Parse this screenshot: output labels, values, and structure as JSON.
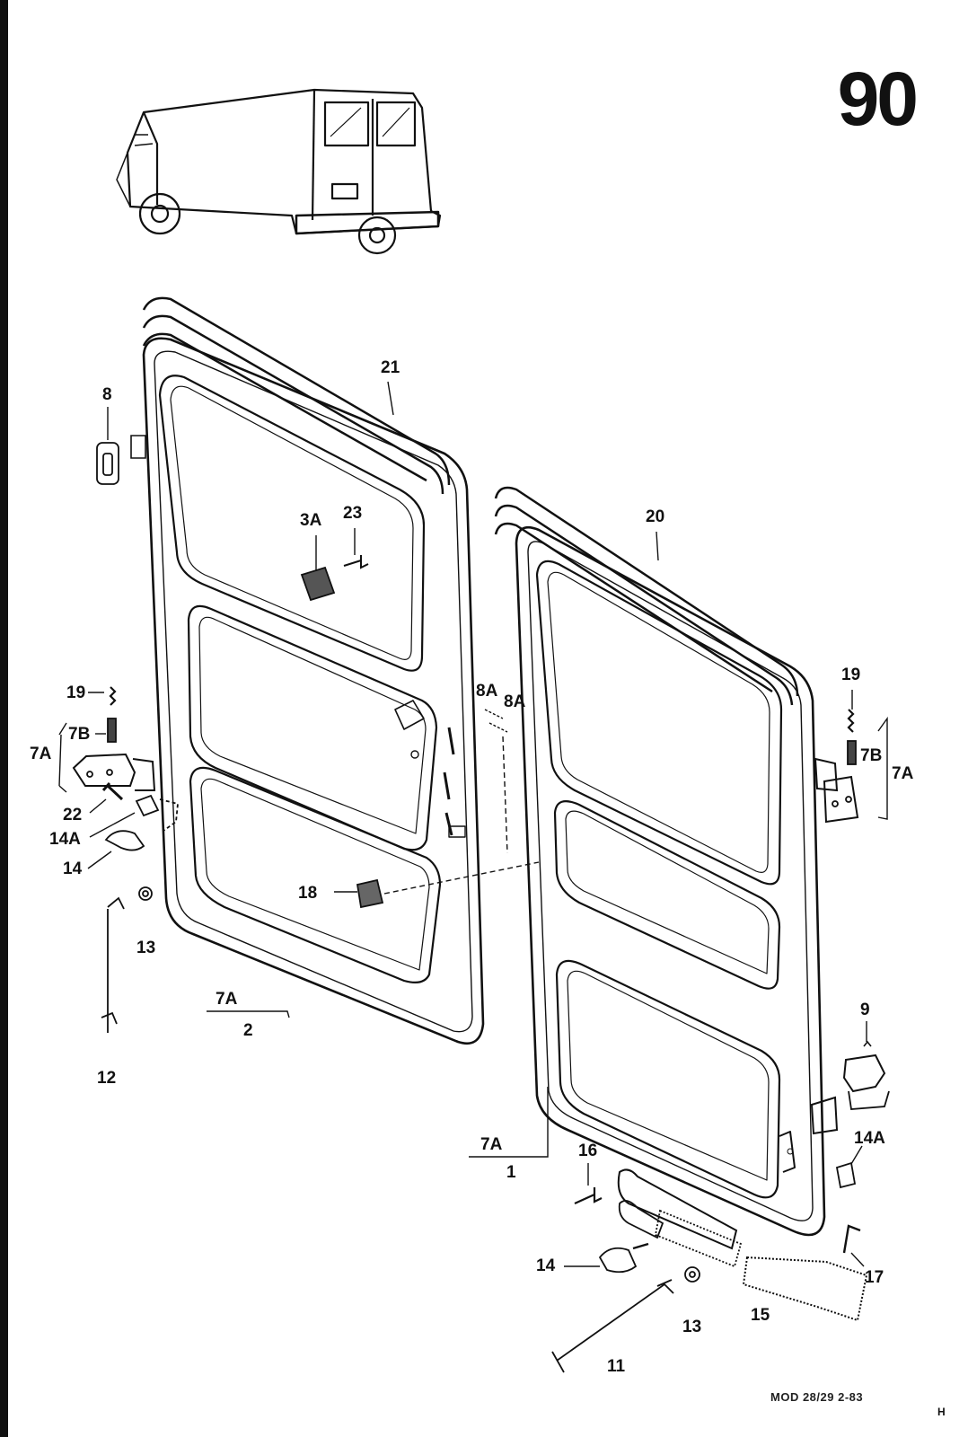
{
  "page_number": "90",
  "footer": {
    "model_code": "MOD 28/29  2-83",
    "corner_mark": "H"
  },
  "callouts": {
    "c21": "21",
    "c8": "8",
    "c3a": "3A",
    "c23": "23",
    "c19_left": "19",
    "c7b_left": "7B",
    "c7a_left": "7A",
    "c22": "22",
    "c14a_left": "14A",
    "c14_left": "14",
    "c13_left": "13",
    "c7a_door2": "7A",
    "c2": "2",
    "c12": "12",
    "c18": "18",
    "c8a_1": "8A",
    "c8a_2": "8A",
    "c20": "20",
    "c19_right": "19",
    "c7b_right": "7B",
    "c7a_right": "7A",
    "c9": "9",
    "c14a_right": "14A",
    "c7a_door1": "7A",
    "c1": "1",
    "c16": "16",
    "c14_right": "14",
    "c13_right": "13",
    "c11": "11",
    "c15": "15",
    "c17": "17"
  }
}
